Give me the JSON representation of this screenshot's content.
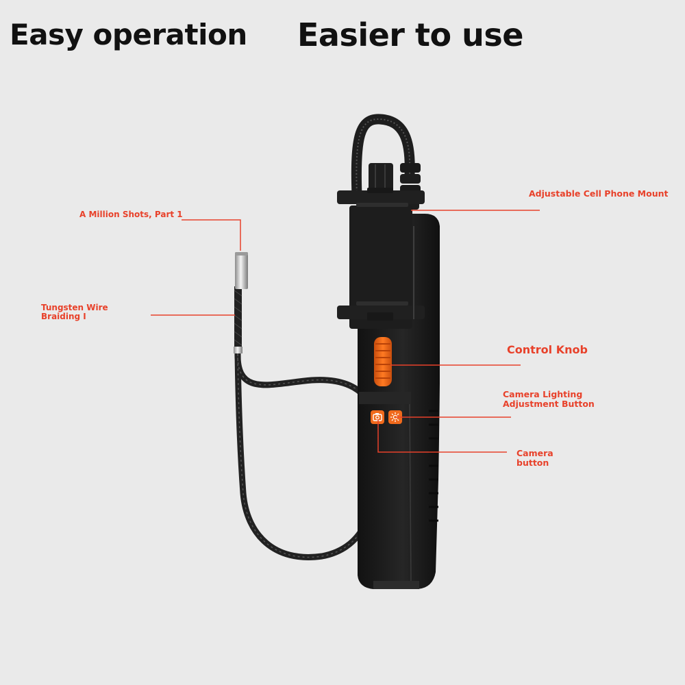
{
  "headlines": {
    "left": "Easy operation",
    "right": "Easier to use"
  },
  "callouts": {
    "million_shots": "A Million Shots, Part 1",
    "tungsten_wire": "Tungsten Wire Braiding I",
    "phone_mount": "Adjustable Cell Phone Mount",
    "control_knob": "Control Knob",
    "lighting_button": "Camera Lighting Adjustment Button",
    "camera_button": "Camera button"
  },
  "icons": {
    "camera_button_icon": "camera-icon",
    "lighting_button_icon": "light-brightness-icon"
  },
  "colors": {
    "background": "#eaeaea",
    "accent": "#f06a1c",
    "callout_text": "#e8412a",
    "callout_line": "#e8412a",
    "device_body": "#1c1c1c"
  }
}
